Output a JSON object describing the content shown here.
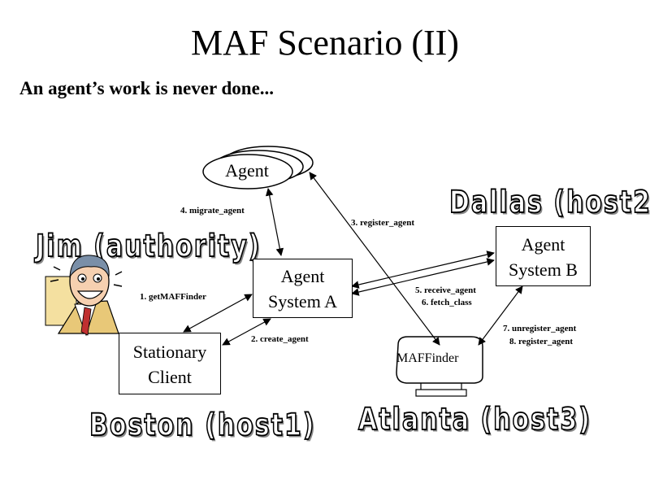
{
  "title": "MAF Scenario (II)",
  "subtitle": "An agent’s work is never done...",
  "nodes": {
    "agent": "Agent",
    "agent_system_a": [
      "Agent",
      "System A"
    ],
    "agent_system_b": [
      "Agent",
      "System B"
    ],
    "stationary_client": [
      "Stationary",
      "Client"
    ],
    "maffinder": "MAFFinder"
  },
  "locations": {
    "dallas": "Dallas (host2)",
    "jim": "Jim (authority)",
    "boston": "Boston (host1)",
    "atlanta": "Atlanta (host3)"
  },
  "edges": {
    "migrate": "4. migrate_agent",
    "register": "3. register_agent",
    "get_finder": "1. getMAFFinder",
    "create": "2. create_agent",
    "receive": "5. receive_agent",
    "fetch": "6. fetch_class",
    "unregister": "7. unregister_agent",
    "register2": "8. register_agent"
  }
}
